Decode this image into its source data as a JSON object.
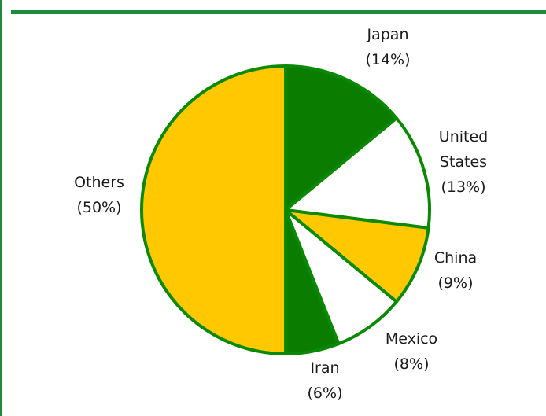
{
  "colors": {
    "accent": "#1e8a3c",
    "outline": "#0a8a00",
    "green": "#0a7d00",
    "white": "#ffffff",
    "yellow": "#ffc800"
  },
  "chart_data": {
    "type": "pie",
    "title": "",
    "slices": [
      {
        "label": "Japan",
        "pct_label": "(14%)",
        "value": 14,
        "color": "#0a7d00"
      },
      {
        "label": "United States",
        "lines": [
          "United",
          "States"
        ],
        "pct_label": "(13%)",
        "value": 13,
        "color": "#ffffff"
      },
      {
        "label": "China",
        "pct_label": "(9%)",
        "value": 9,
        "color": "#ffc800"
      },
      {
        "label": "Mexico",
        "pct_label": "(8%)",
        "value": 8,
        "color": "#ffffff"
      },
      {
        "label": "Iran",
        "pct_label": "(6%)",
        "value": 6,
        "color": "#0a7d00"
      },
      {
        "label": "Others",
        "pct_label": "(50%)",
        "value": 50,
        "color": "#ffc800"
      }
    ]
  }
}
